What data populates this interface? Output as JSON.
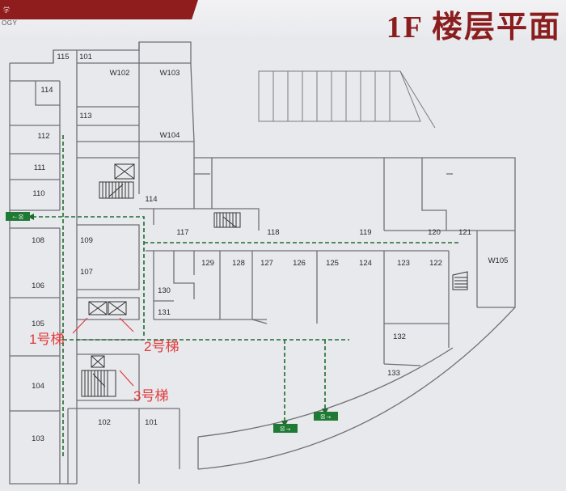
{
  "header": {
    "brand_partial": "学",
    "brand_sub": "OGY",
    "floor_title": "1F 楼层平面"
  },
  "rooms": [
    "115",
    "101",
    "W102",
    "W103",
    "114",
    "113",
    "W104",
    "112",
    "111",
    "110",
    "114",
    "117",
    "118",
    "119",
    "120",
    "121",
    "108",
    "109",
    "129",
    "128",
    "127",
    "126",
    "125",
    "124",
    "123",
    "122",
    "W105",
    "107",
    "130",
    "106",
    "131",
    "105",
    "132",
    "133",
    "104",
    "102",
    "101",
    "103"
  ],
  "elevators": {
    "e1": "1号梯",
    "e2": "2号梯",
    "e3": "3号梯"
  },
  "colors": {
    "brand_red": "#8a1d1d",
    "route_green": "#1f6b2e",
    "annotation_red": "#e03b3b",
    "wall": "#6f6f75"
  },
  "icons": [
    "exit-sign-icon",
    "elevator-icon",
    "stairs-icon"
  ]
}
